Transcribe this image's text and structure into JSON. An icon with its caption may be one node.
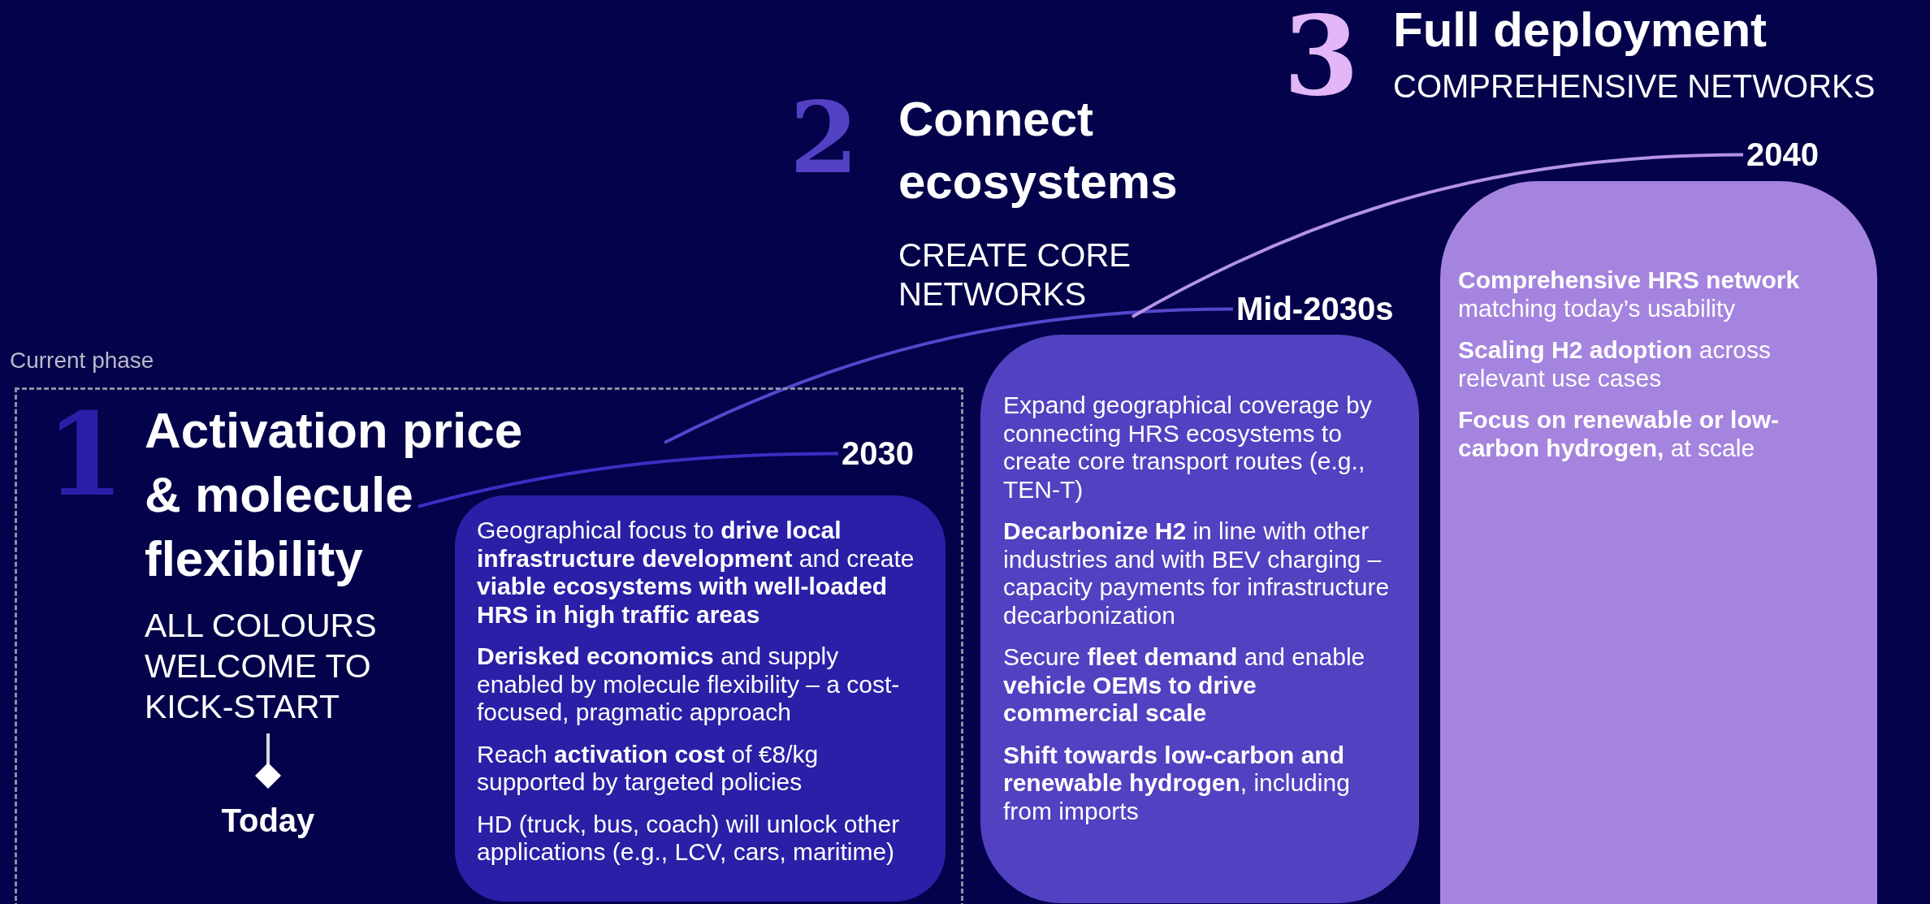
{
  "diagram": {
    "nodes": [
      {
        "text": [
          "Current phase"
        ]
      },
      {
        "text": [
          "1",
          "Activation price & molecule flexibility",
          "ALL COLOURS WELCOME TO KICK-START"
        ],
        "in": 0
      },
      {
        "text": [],
        "shape": "diamond",
        "beside": [
          "Today"
        ],
        "in": 0
      },
      {
        "text": [
          "2030"
        ],
        "in": 0
      },
      {
        "text": [
          "Geographical focus to **drive local infrastructure development** and create **viable ecosystems with well-loaded HRS in high traffic areas**",
          "**Derisked economics** and supply enabled by molecule flexibility – a cost-focused, pragmatic approach",
          "Reach **activation cost** of €8/kg supported by targeted policies",
          "HD (truck, bus, coach) will unlock other applications (e.g., LCV, cars, maritime)"
        ],
        "in": 0
      },
      {
        "text": [
          "2",
          "Connect ecosystems",
          "CREATE CORE NETWORKS"
        ]
      },
      {
        "text": [
          "Mid-2030s"
        ]
      },
      {
        "text": [
          "Expand geographical coverage by connecting HRS ecosystems to create core transport routes (e.g., TEN-T)",
          "**Decarbonize H2** in line with other industries and with BEV charging – capacity payments for infrastructure decarbonization",
          "Secure **fleet demand** and enable **vehicle OEMs to drive commercial scale**",
          "**Shift towards low-carbon and renewable hydrogen**, including from imports"
        ]
      },
      {
        "text": [
          "3",
          "Full deployment",
          "COMPREHENSIVE NETWORKS"
        ]
      },
      {
        "text": [
          "2040"
        ]
      },
      {
        "text": [
          "**Comprehensive HRS network** matching today’s usability",
          "**Scaling H2 adoption** across relevant use cases",
          "**Focus on renewable or low-carbon hydrogen,** at scale"
        ]
      }
    ],
    "edges": [
      {
        "from": 1,
        "to": 2,
        "arrow": "none",
        "color": "#d8d8e8"
      },
      {
        "from": 1,
        "to": 3,
        "arrow": "none",
        "color": "#3a2fc4"
      },
      {
        "from": null,
        "to": 6,
        "arrow": "none",
        "color": "#5546cc"
      },
      {
        "from": 5,
        "to": 9,
        "arrow": "none",
        "color": "#b592ea"
      }
    ]
  }
}
